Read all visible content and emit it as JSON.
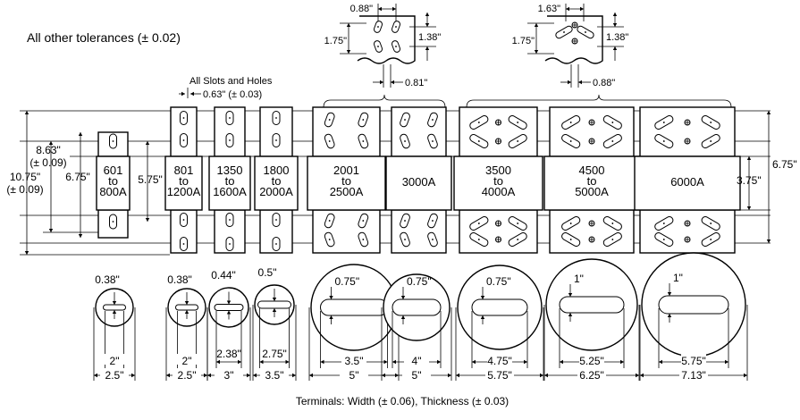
{
  "notes": {
    "tolerance": "All other tolerances (± 0.02)",
    "slots_holes": "All Slots and Holes",
    "slots_holes_dim": "0.63\" (± 0.03)",
    "terminals": "Terminals: Width (± 0.06), Thickness (± 0.03)"
  },
  "overall": {
    "height_1075": "10.75\"",
    "height_1075_tol": "(± 0.09)",
    "height_863": "8.63\"",
    "height_863_tol": "(± 0.09)",
    "height_675_left": "6.75\"",
    "height_575": "5.75\"",
    "height_675_right": "6.75\"",
    "height_375": "3.75\""
  },
  "details": [
    {
      "top_dim": "0.88\"",
      "left_dim": "1.75\"",
      "right_dim": "1.38\"",
      "bottom_dim": "0.81\""
    },
    {
      "top_dim": "1.63\"",
      "left_dim": "1.75\"",
      "right_dim": "1.38\"",
      "bottom_dim": "0.88\""
    }
  ],
  "fuses": [
    {
      "l1": "601",
      "l2": "to",
      "l3": "800A",
      "thickness": "0.38\"",
      "inner_width": "2\"",
      "outer_width": "2.5\""
    },
    {
      "l1": "801",
      "l2": "to",
      "l3": "1200A",
      "thickness": "0.38\"",
      "inner_width": "2\"",
      "outer_width": "2.5\""
    },
    {
      "l1": "1350",
      "l2": "to",
      "l3": "1600A",
      "thickness": "0.44\"",
      "inner_width": "2.38\"",
      "outer_width": "3\""
    },
    {
      "l1": "1800",
      "l2": "to",
      "l3": "2000A",
      "thickness": "0.5\"",
      "inner_width": "2.75\"",
      "outer_width": "3.5\""
    },
    {
      "l1": "2001",
      "l2": "to",
      "l3": "2500A",
      "thickness": "0.75\"",
      "inner_width": "3.5\"",
      "outer_width": "5\""
    },
    {
      "l1": "3000A",
      "l2": "",
      "l3": "",
      "thickness": "0.75\"",
      "inner_width": "4\"",
      "outer_width": "5\""
    },
    {
      "l1": "3500",
      "l2": "to",
      "l3": "4000A",
      "thickness": "0.75\"",
      "inner_width": "4.75\"",
      "outer_width": "5.75\""
    },
    {
      "l1": "4500",
      "l2": "to",
      "l3": "5000A",
      "thickness": "1\"",
      "inner_width": "5.25\"",
      "outer_width": "6.25\""
    },
    {
      "l1": "6000A",
      "l2": "",
      "l3": "",
      "thickness": "1\"",
      "inner_width": "5.75\"",
      "outer_width": "7.13\""
    }
  ]
}
